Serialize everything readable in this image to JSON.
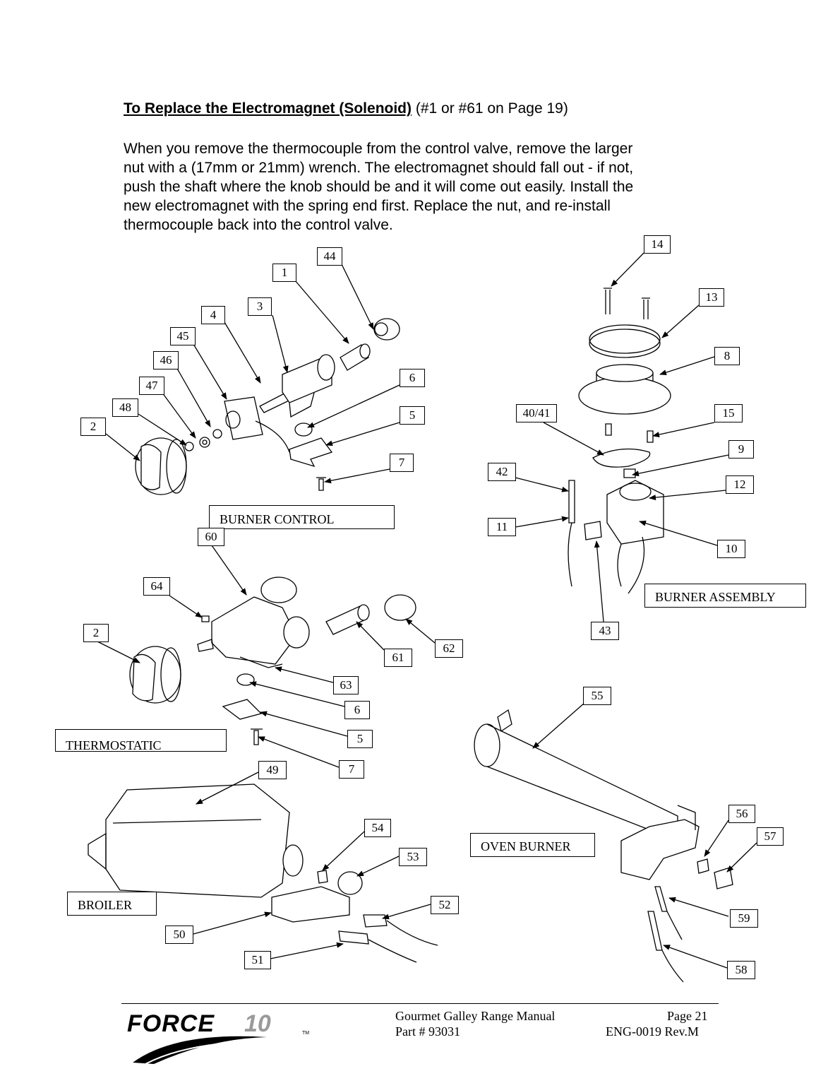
{
  "heading": {
    "title": "To Replace the Electromagnet (Solenoid)",
    "ref": "(#1 or #61 on Page 19)"
  },
  "body_lines": [
    "When you remove the thermocouple from the control valve, remove the larger",
    "nut with a (17mm or 21mm) wrench. The electromagnet should fall out - if not,",
    "push the shaft where the knob should be and it will come out easily. Install the",
    "new electromagnet with the spring end first. Replace the nut, and re-install",
    "thermocouple back into the control valve."
  ],
  "sections": {
    "burner_control": "BURNER CONTROL",
    "thermostatic": "THERMOSTATIC",
    "burner_assembly": "BURNER ASSEMBLY",
    "oven_burner": "OVEN BURNER",
    "broiler": "BROILER"
  },
  "callouts": {
    "burner_control": [
      "44",
      "1",
      "3",
      "4",
      "45",
      "46",
      "47",
      "48",
      "2",
      "6",
      "5",
      "7"
    ],
    "burner_assembly": [
      "14",
      "13",
      "8",
      "40/41",
      "15",
      "9",
      "42",
      "12",
      "11",
      "10",
      "43"
    ],
    "thermostatic": [
      "60",
      "64",
      "2",
      "61",
      "62",
      "63",
      "6",
      "5",
      "7"
    ],
    "oven_burner": [
      "55",
      "56",
      "57",
      "59",
      "58"
    ],
    "broiler": [
      "49",
      "54",
      "53",
      "52",
      "50",
      "51"
    ]
  },
  "footer": {
    "manual": "Gourmet Galley Range Manual",
    "part": "Part # 93031",
    "page": "Page 21",
    "rev": "ENG-0019 Rev.M",
    "logo_text": "FORCE10"
  }
}
